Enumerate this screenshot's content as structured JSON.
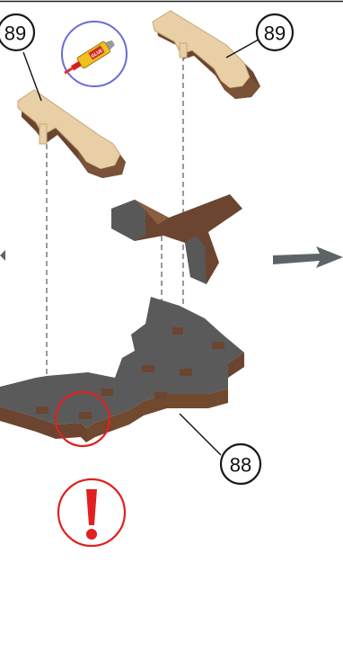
{
  "callouts": {
    "left_top": "89",
    "right_top": "89",
    "bottom": "88"
  },
  "glue_label": "GLUE",
  "warning_symbol": "!",
  "icons": {
    "glue": "glue-tube-icon",
    "warning": "exclamation-warning-icon",
    "arrow_right": "arrow-right-icon",
    "arrow_left": "arrow-left-icon"
  },
  "colors": {
    "light_wood": "#e8cfa6",
    "dark_wood": "#6b4530",
    "face_gray": "#5a5a5a",
    "callout_stroke": "#1a1a1a",
    "glue_circle": "#6a6ad8",
    "warning_red": "#e02020",
    "arrow_gray": "#5d6466"
  }
}
